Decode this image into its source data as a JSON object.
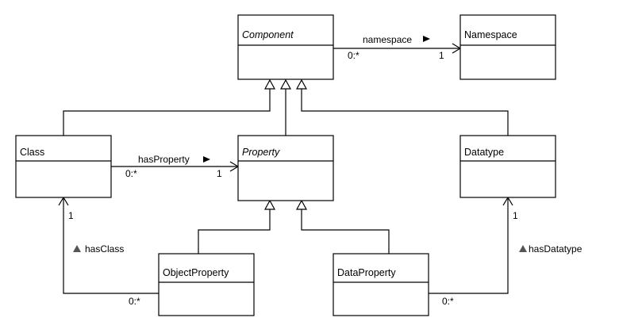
{
  "classes": {
    "component": "Component",
    "namespace": "Namespace",
    "class": "Class",
    "property": "Property",
    "datatype": "Datatype",
    "object_property": "ObjectProperty",
    "data_property": "DataProperty"
  },
  "associations": {
    "namespace": {
      "label": "namespace",
      "source_mult": "0:*",
      "target_mult": "1"
    },
    "has_property": {
      "label": "hasProperty",
      "source_mult": "0:*",
      "target_mult": "1"
    },
    "has_class": {
      "label": "hasClass",
      "source_mult": "0:*",
      "target_mult": "1"
    },
    "has_datatype": {
      "label": "hasDatatype",
      "source_mult": "0:*",
      "target_mult": "1"
    }
  },
  "colors": {
    "line": "#000000",
    "background": "#ffffff",
    "direction_marker_grey": "#555555"
  }
}
